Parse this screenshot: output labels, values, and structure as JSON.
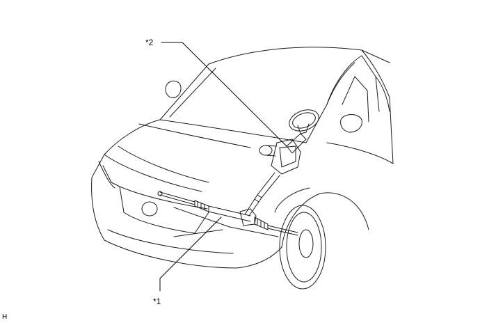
{
  "callouts": {
    "callout_2": "*2",
    "callout_1": "*1"
  },
  "corner_mark": "H",
  "colors": {
    "line": "#000000",
    "outline": "#1a1a1a",
    "background": "#ffffff"
  },
  "icons": {
    "vehicle": "car-front-three-quarter-illustration",
    "steering_wheel": "steering-wheel-icon",
    "steering_column": "steering-column-assembly",
    "steering_gear": "steering-gear-rack-assembly"
  }
}
